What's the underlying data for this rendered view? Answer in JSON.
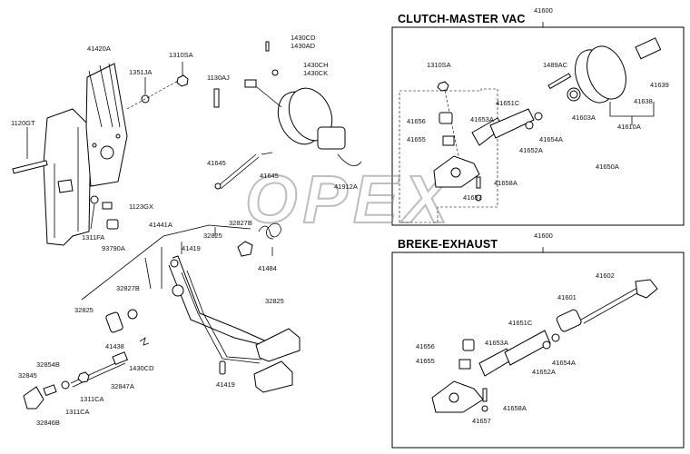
{
  "sections": {
    "clutch_title": "CLUTCH-MASTER VAC",
    "brake_title": "BREKE-EXHAUST"
  },
  "watermark": {
    "brand": "OPEX"
  },
  "labels": {
    "l41600a": "41600",
    "l41600b": "41600",
    "l41420A": "41420A",
    "l1310SA_a": "1310SA",
    "l1351JA": "1351JA",
    "l1120GT": "1120GT",
    "l1130AJ": "1130AJ",
    "l1430CD_a": "1430CD",
    "l1430AD": "1430AD",
    "l1430CH": "1430CH",
    "l1430CK": "1430CK",
    "l1123GX": "1123GX",
    "l1311FA": "1311FA",
    "l93790A": "93790A",
    "l41645a": "41645",
    "l41645b": "41645",
    "l41912A": "41912A",
    "l41441A": "41441A",
    "l41419a": "41419",
    "l32825a": "32825",
    "l32827Ba": "32827B",
    "l41484": "41484",
    "l32827Bb": "32827B",
    "l32825b": "32825",
    "l32825c": "32825",
    "l41438": "41438",
    "l1430CD_b": "1430CD",
    "l41419b": "41419",
    "l32854B": "32854B",
    "l32845": "32845",
    "l32847A": "32847A",
    "l1311CA_a": "1311CA",
    "l1311CA_b": "1311CA",
    "l32846B": "32846B",
    "l1310SA_b": "1310SA",
    "l1489AC": "1489AC",
    "l41639": "41639",
    "l41638": "41638",
    "l41603A": "41603A",
    "l41610A": "41610A",
    "l41656a": "41656",
    "l41651Ca": "41651C",
    "l41653Aa": "41653A",
    "l41655a": "41655",
    "l41654Aa": "41654A",
    "l41652Aa": "41652A",
    "l41650A": "41650A",
    "l41658Aa": "41658A",
    "l41657a": "41657",
    "l41602": "41602",
    "l41601": "41601",
    "l41651Cb": "41651C",
    "l41656b": "41656",
    "l41653Ab": "41653A",
    "l41655b": "41655",
    "l41654Ab": "41654A",
    "l41652Ab": "41652A",
    "l41658Ab": "41658A",
    "l41657b": "41657"
  }
}
